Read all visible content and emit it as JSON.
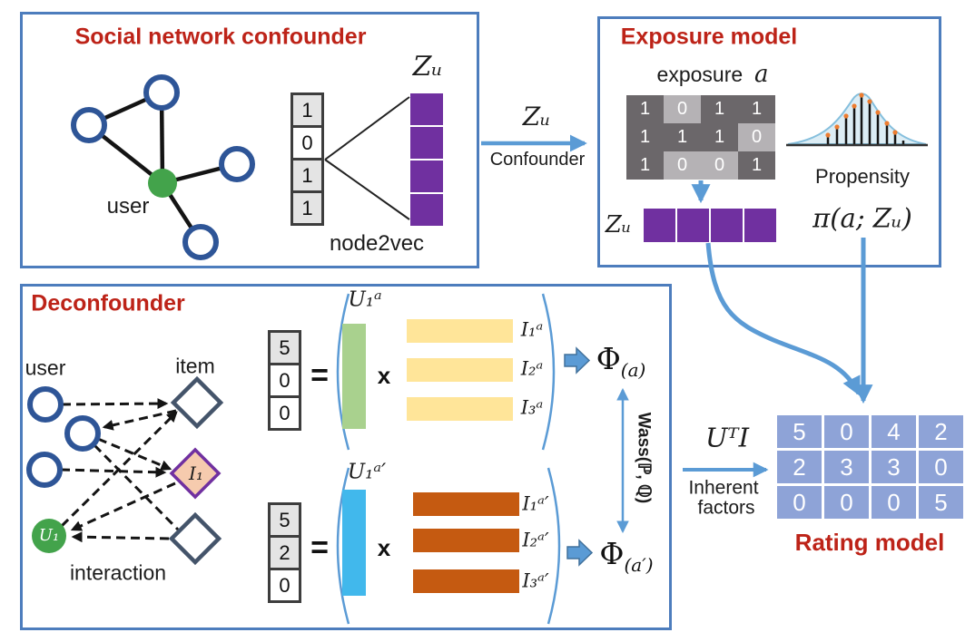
{
  "social_box": {
    "title": "Social network confounder",
    "user_label": "user",
    "binary_vector": [
      "1",
      "0",
      "1",
      "1"
    ],
    "zu_label": "Zᵤ",
    "node2vec_label": "node2vec"
  },
  "confounder_arrow": {
    "top_label": "Zᵤ",
    "bottom_label": "Confounder"
  },
  "exposure_box": {
    "title": "Exposure model",
    "exposure_label": "exposure",
    "exposure_var": "a",
    "matrix": [
      "1",
      "0",
      "1",
      "1",
      "1",
      "1",
      "1",
      "0",
      "1",
      "0",
      "0",
      "1"
    ],
    "zu_label": "Zᵤ",
    "propensity_label": "Propensity",
    "propensity_formula": "π(a; Zᵤ)"
  },
  "deconfounder_box": {
    "title": "Deconfounder",
    "user_label": "user",
    "item_label": "item",
    "interaction_label": "interaction",
    "u1_node": "U₁",
    "i1_node": "I₁",
    "group_a": {
      "rating_vector": [
        "5",
        "0",
        "0"
      ],
      "equals": "=",
      "user_vector_label": "U₁ᵃ",
      "times": "x",
      "item_labels": [
        "I₁ᵃ",
        "I₂ᵃ",
        "I₃ᵃ"
      ],
      "phi": {
        "base": "Φ",
        "sub": "(a)"
      }
    },
    "group_a_prime": {
      "rating_vector": [
        "5",
        "2",
        "0"
      ],
      "equals": "=",
      "user_vector_label": "U₁ᵃ′",
      "times": "x",
      "item_labels": [
        "I₁ᵃ′",
        "I₂ᵃ′",
        "I₃ᵃ′"
      ],
      "phi": {
        "base": "Φ",
        "sub": "(a′)"
      }
    },
    "wass_label": "Wass(ℙ, ℚ)"
  },
  "rating_model": {
    "formula": "UᵀI",
    "caption_line1": "Inherent",
    "caption_line2": "factors",
    "matrix": [
      "5",
      "0",
      "4",
      "2",
      "2",
      "3",
      "3",
      "0",
      "0",
      "0",
      "0",
      "5"
    ],
    "title": "Rating model"
  },
  "colors": {
    "box_border": "#4d7dbd",
    "heading_red": "#bd2318",
    "arrow_blue": "#5b9bd5",
    "node_ring_blue": "#2e5597",
    "node_green": "#43a34b",
    "diamond_outline": "#44546a",
    "i1_fill": "#f6cbae",
    "i1_ring": "#7030a0",
    "vector_purple": "#7030a0",
    "exposure_dark": "#6b676a",
    "exposure_light": "#b5b2b5",
    "rating_cell": "#8ea3d7",
    "bar_yellow": "#ffe599",
    "bar_green": "#a9d18e",
    "bar_blue": "#41b8ec",
    "bar_orange": "#c55a11",
    "propensity_dot": "#ed7d31"
  }
}
